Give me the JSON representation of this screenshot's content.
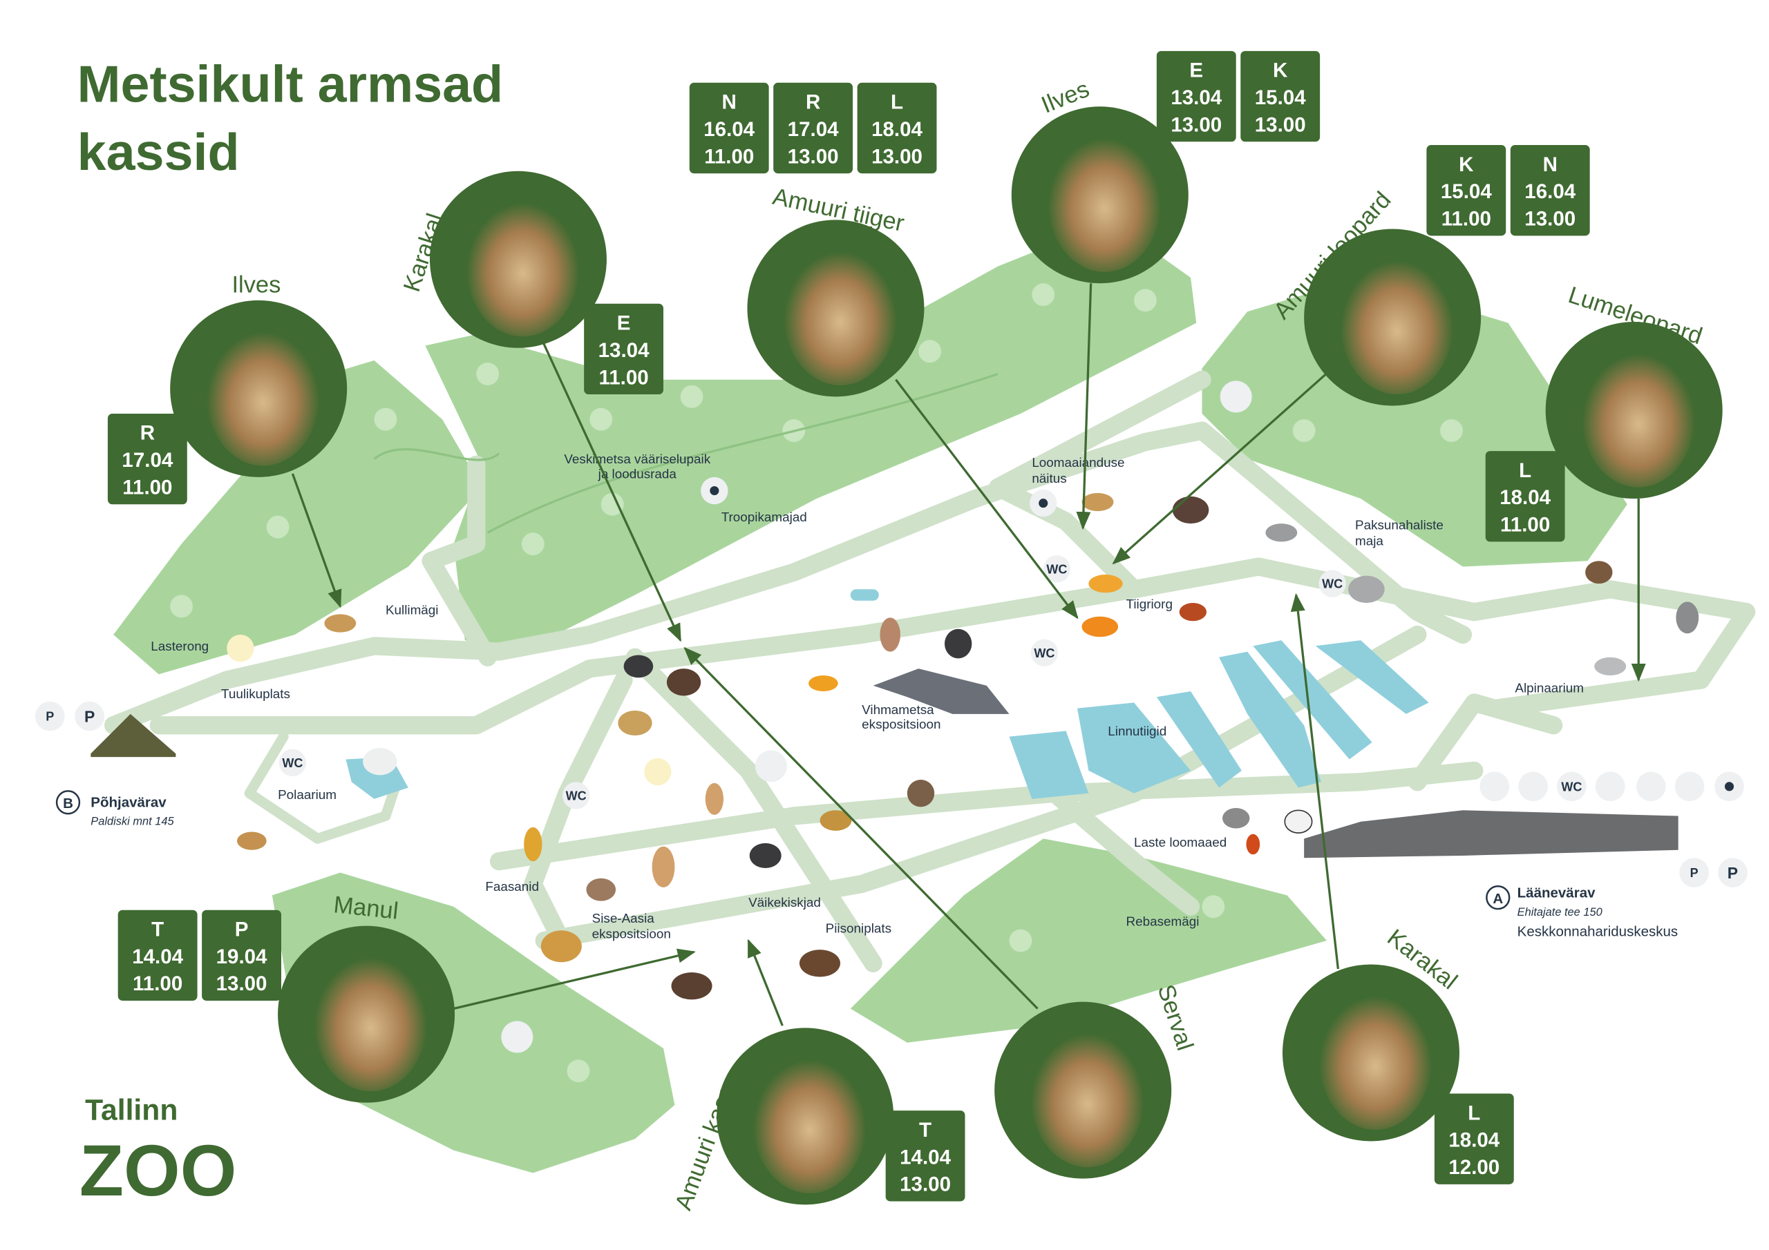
{
  "title": {
    "line1": "Metsikult armsad",
    "line2": "kassid"
  },
  "colors": {
    "brand_green": "#3f6a31",
    "forest": "#a9d59d",
    "path": "#cfe1c9",
    "water": "#8fcfdc",
    "text": "#253445"
  },
  "cats": [
    {
      "name": "Ilves",
      "schedule": [
        {
          "day": "R",
          "date": "17.04",
          "time": "11.00"
        }
      ]
    },
    {
      "name": "Karakal",
      "schedule": [
        {
          "day": "E",
          "date": "13.04",
          "time": "11.00"
        }
      ]
    },
    {
      "name": "Amuuri tiiger",
      "schedule": [
        {
          "day": "N",
          "date": "16.04",
          "time": "11.00"
        },
        {
          "day": "R",
          "date": "17.04",
          "time": "13.00"
        },
        {
          "day": "L",
          "date": "18.04",
          "time": "13.00"
        }
      ]
    },
    {
      "name": "Ilves",
      "schedule": [
        {
          "day": "E",
          "date": "13.04",
          "time": "13.00"
        },
        {
          "day": "K",
          "date": "15.04",
          "time": "13.00"
        }
      ]
    },
    {
      "name": "Amuuri leopard",
      "schedule": [
        {
          "day": "K",
          "date": "15.04",
          "time": "11.00"
        },
        {
          "day": "N",
          "date": "16.04",
          "time": "13.00"
        }
      ]
    },
    {
      "name": "Lumeleopard",
      "schedule": [
        {
          "day": "L",
          "date": "18.04",
          "time": "11.00"
        }
      ]
    },
    {
      "name": "Manul",
      "schedule": [
        {
          "day": "T",
          "date": "14.04",
          "time": "11.00"
        },
        {
          "day": "P",
          "date": "19.04",
          "time": "13.00"
        }
      ]
    },
    {
      "name": "Amuuri kass",
      "schedule": [
        {
          "day": "T",
          "date": "14.04",
          "time": "13.00"
        }
      ]
    },
    {
      "name": "Serval",
      "schedule": []
    },
    {
      "name": "Karakal",
      "schedule": [
        {
          "day": "L",
          "date": "18.04",
          "time": "12.00"
        }
      ]
    }
  ],
  "places": [
    {
      "line1": "Veskimetsa vääriselupaik",
      "line2": "ja loodusrada"
    },
    {
      "line1": "Troopikamajad"
    },
    {
      "line1": "Loomaaianduse",
      "line2": "näitus"
    },
    {
      "line1": "Paksunahaliste",
      "line2": "maja"
    },
    {
      "line1": "Kullimägi"
    },
    {
      "line1": "Lasterong"
    },
    {
      "line1": "Tuulikuplats"
    },
    {
      "line1": "Polaarium"
    },
    {
      "line1": "Tiigriorg"
    },
    {
      "line1": "Vihmametsa",
      "line2": "ekspositsioon"
    },
    {
      "line1": "Linnutiigid"
    },
    {
      "line1": "Alpinaarium"
    },
    {
      "line1": "Laste loomaaed"
    },
    {
      "line1": "Rebasemägi"
    },
    {
      "line1": "Faasanid"
    },
    {
      "line1": "Sise-Aasia",
      "line2": "ekspositsioon"
    },
    {
      "line1": "Väikekiskjad"
    },
    {
      "line1": "Piisoniplats"
    }
  ],
  "gates": {
    "north": {
      "letter": "B",
      "name": "Põhjavärav",
      "address": "Paldiski mnt 145"
    },
    "west": {
      "letter": "A",
      "name": "Läänevärav",
      "address": "Ehitajate tee 150",
      "extra": "Keskkonnahariduskeskus"
    }
  },
  "facilities": {
    "wc": "WC",
    "parking": "P",
    "bike_parking": "P"
  },
  "logo": {
    "line1": "Tallinn",
    "line2": "ZOO"
  }
}
